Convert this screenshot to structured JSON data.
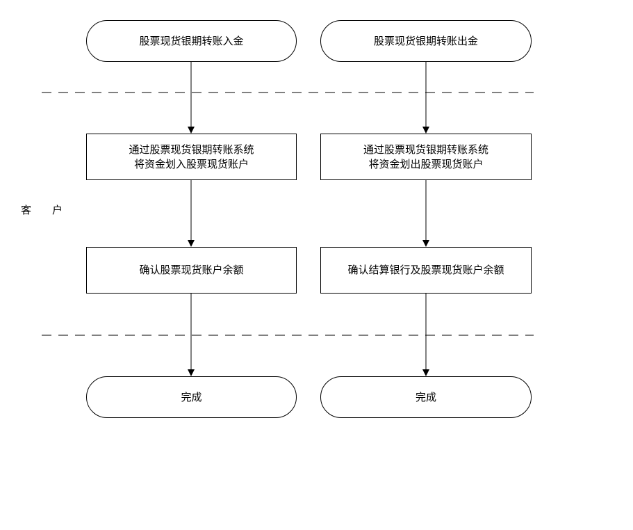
{
  "lane": {
    "label": "客户"
  },
  "left_flow": {
    "start": "股票现货银期转账入金",
    "transfer": "通过股票现货银期转账系统\n将资金划入股票现货账户",
    "confirm": "确认股票现货账户余额",
    "done": "完成"
  },
  "right_flow": {
    "start": "股票现货银期转账出金",
    "transfer": "通过股票现货银期转账系统\n将资金划出股票现货账户",
    "confirm": "确认结算银行及股票现货账户余额",
    "done": "完成"
  },
  "colors": {
    "line": "#000000",
    "background": "#ffffff"
  }
}
